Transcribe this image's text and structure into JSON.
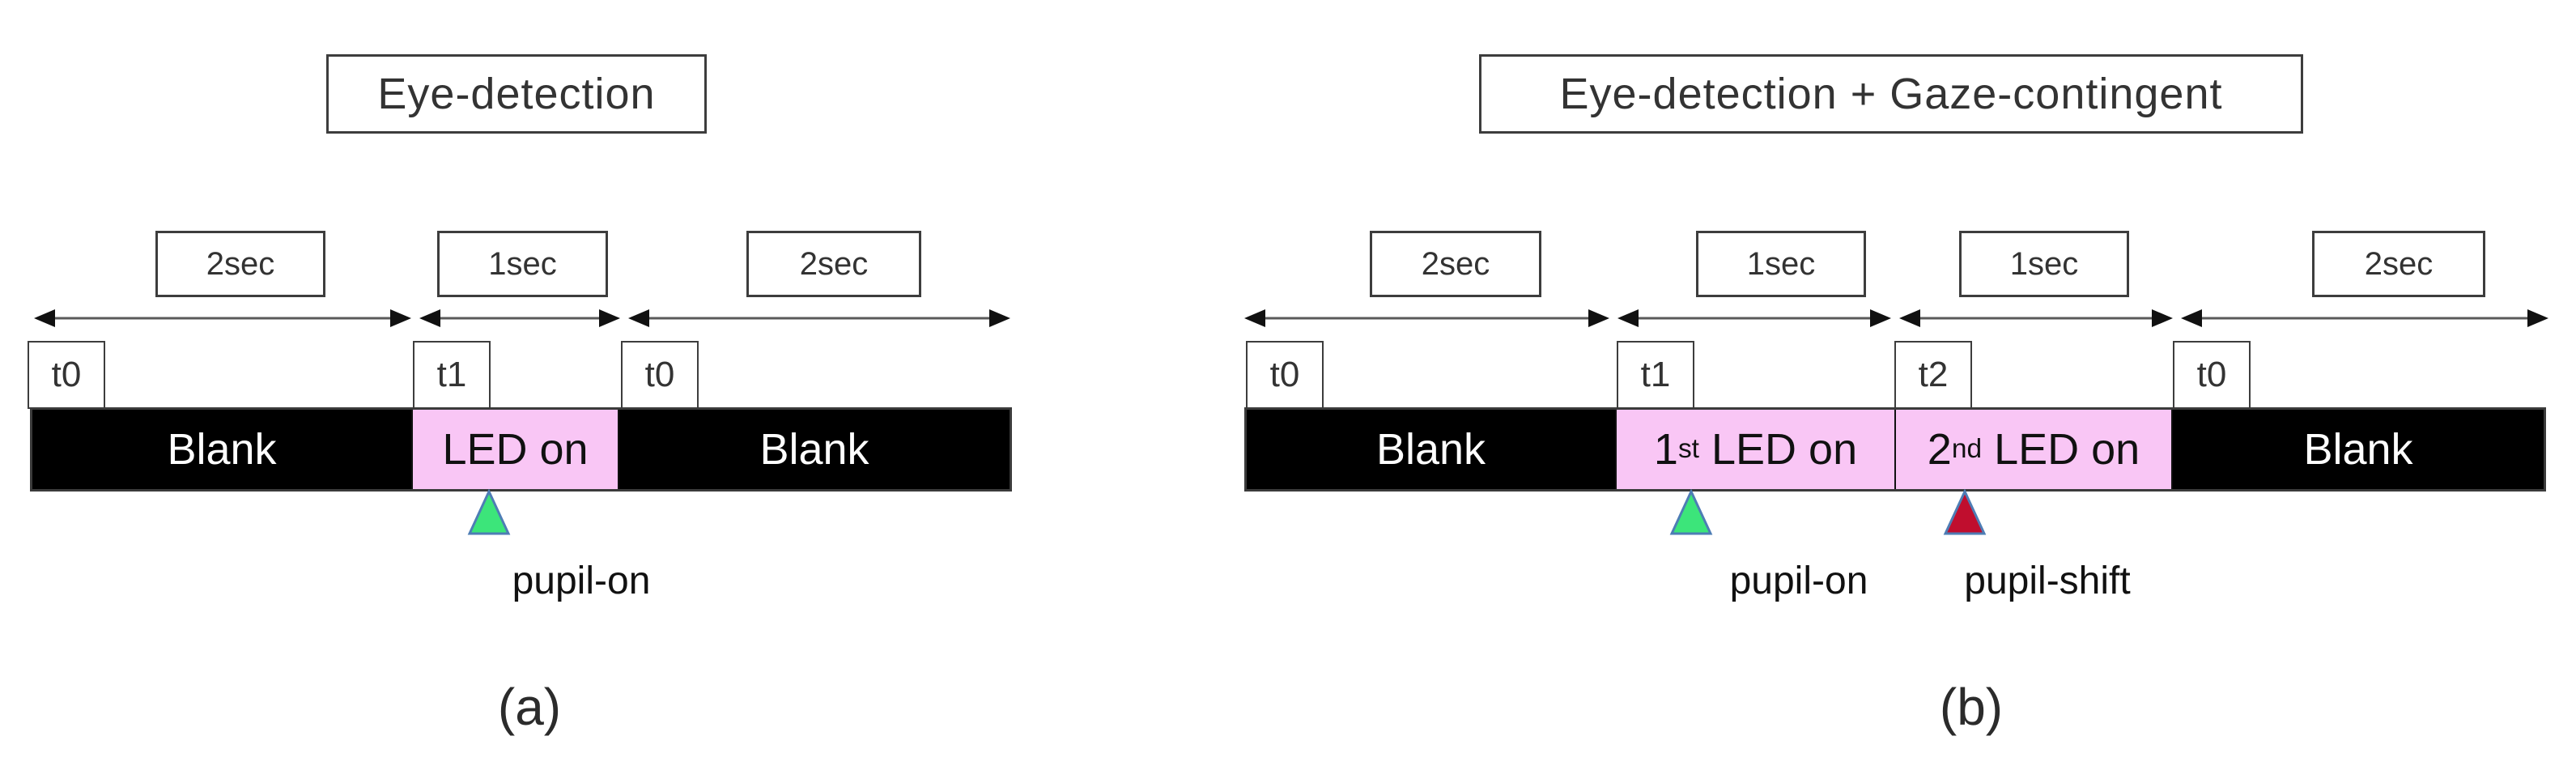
{
  "figure": {
    "panels": [
      {
        "id": "a",
        "title": "Eye-detection",
        "durations": [
          "2sec",
          "1sec",
          "2sec"
        ],
        "time_markers": [
          "t0",
          "t1",
          "t0"
        ],
        "bar_segments": [
          {
            "label": "Blank",
            "type": "blank"
          },
          {
            "label": "LED on",
            "type": "led"
          },
          {
            "label": "Blank",
            "type": "blank"
          }
        ],
        "events": [
          {
            "label": "pupil-on",
            "marker": "green-triangle"
          }
        ],
        "caption": "(a)"
      },
      {
        "id": "b",
        "title": "Eye-detection + Gaze-contingent",
        "durations": [
          "2sec",
          "1sec",
          "1sec",
          "2sec"
        ],
        "time_markers": [
          "t0",
          "t1",
          "t2",
          "t0"
        ],
        "bar_segments": [
          {
            "label": "Blank",
            "type": "blank"
          },
          {
            "num": "1",
            "sup": "st",
            "rest": " LED on",
            "type": "led"
          },
          {
            "num": "2",
            "sup": "nd",
            "rest": " LED on",
            "type": "led"
          },
          {
            "label": "Blank",
            "type": "blank"
          }
        ],
        "events": [
          {
            "label": "pupil-on",
            "marker": "green-triangle"
          },
          {
            "label": "pupil-shift",
            "marker": "red-triangle"
          }
        ],
        "caption": "(b)"
      }
    ],
    "colors": {
      "led_pink": "#F9C6F5",
      "blank_black": "#000000",
      "marker_green": "#3CE57A",
      "marker_red": "#C00E2E",
      "marker_border_blue": "#4E7DB5"
    }
  }
}
